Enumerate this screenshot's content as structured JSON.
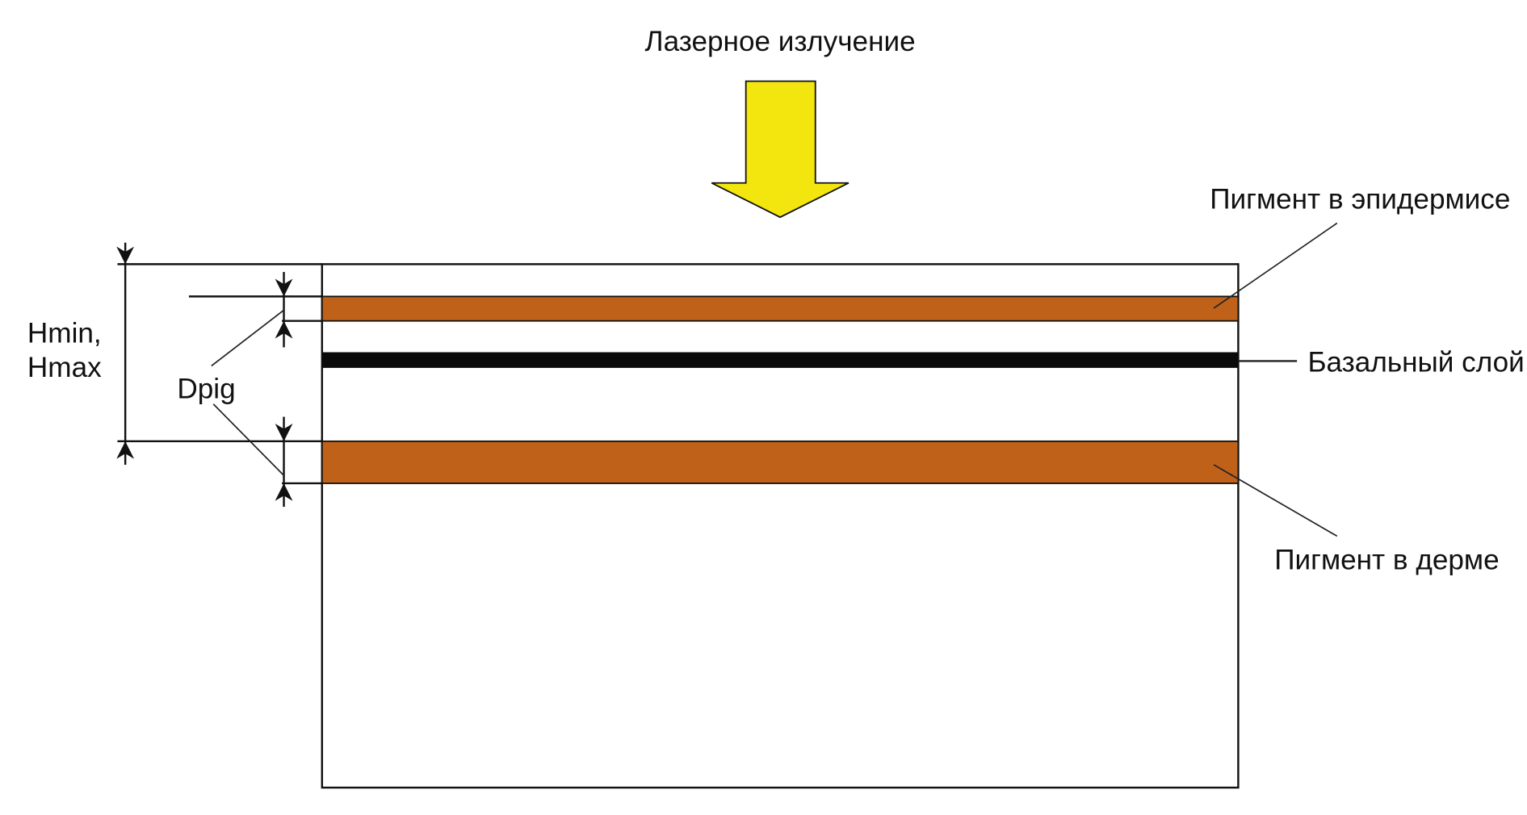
{
  "title": "Лазерное излучение",
  "labels": {
    "h_range_1": "Hmin,",
    "h_range_2": "Hmax",
    "dpig": "Dpig",
    "epidermis_pigment": "Пигмент в эпидермисе",
    "basal_layer": "Базальный слой",
    "dermis_pigment": "Пигмент в дерме"
  },
  "colors": {
    "arrow": "#f2e60e",
    "pigment": "#c0611a",
    "basal": "#0a0a0a"
  }
}
